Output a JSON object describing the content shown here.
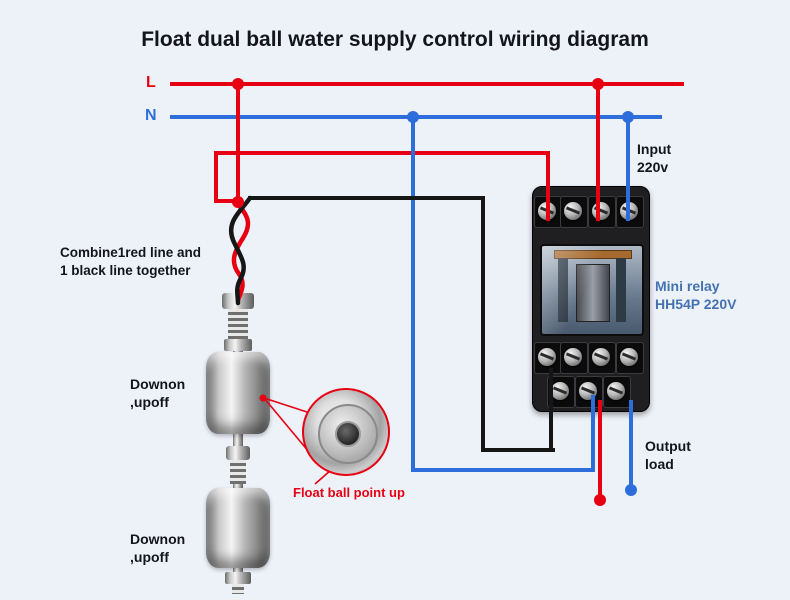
{
  "title": "Float dual ball water supply control wiring diagram",
  "bus": {
    "live_label": "L",
    "neutral_label": "N"
  },
  "notes": {
    "combine": {
      "line1": "Combine1red line and",
      "line2": "1 black line together"
    },
    "downon_top": {
      "line1": "Downon",
      "line2": ",upoff"
    },
    "downon_bottom": {
      "line1": "Downon",
      "line2": ",upoff"
    },
    "float_point": "Float ball point up",
    "input": {
      "line1": "Input",
      "line2": "220v"
    },
    "relay": {
      "line1": "Mini relay",
      "line2": "HH54P 220V"
    },
    "output": {
      "line1": "Output",
      "line2": "load"
    }
  },
  "colors": {
    "live_wire": "#e70012",
    "neutral_wire": "#2e6edc",
    "black_wire": "#161616",
    "relay_text": "#4472b0",
    "note_text": "#14141c",
    "annotation_red": "#e70012",
    "background": "#edf2f9"
  }
}
